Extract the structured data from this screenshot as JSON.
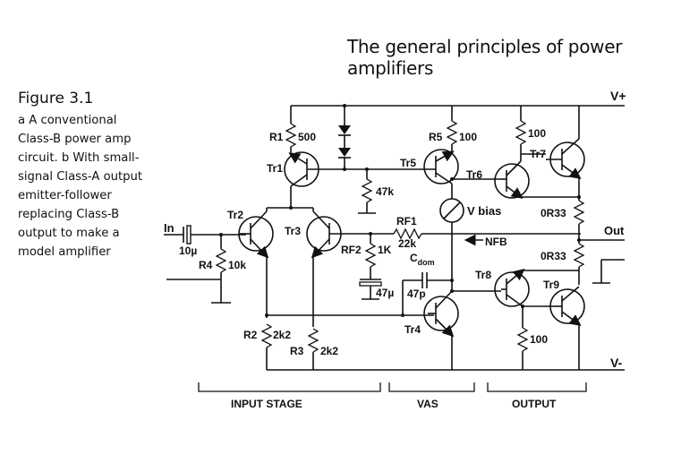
{
  "header": {
    "title": "The general principles of power amplifiers"
  },
  "caption": {
    "title": "Figure 3.1",
    "lines": [
      "a A conventional",
      "Class-B power amp",
      "circuit. b With small-",
      "signal Class-A output",
      "emitter-follower",
      "replacing Class-B",
      "output to make a",
      "model amplifier"
    ]
  },
  "schematic": {
    "rails": {
      "vplus": "V+",
      "vminus": "V-",
      "out": "Out",
      "in": "In",
      "nfb": "NFB"
    },
    "transistors": {
      "tr1": "Tr1",
      "tr2": "Tr2",
      "tr3": "Tr3",
      "tr4": "Tr4",
      "tr5": "Tr5",
      "tr6": "Tr6",
      "tr7": "Tr7",
      "tr8": "Tr8",
      "tr9": "Tr9"
    },
    "resistors": {
      "r1": "R1",
      "r1v": "500",
      "r2": "R2",
      "r2v": "2k2",
      "r3": "R3",
      "r3v": "2k2",
      "r4": "R4",
      "r4v": "10k",
      "r5": "R5",
      "r5v": "100",
      "r47k": "47k",
      "rf1": "RF1",
      "rf1v": "22k",
      "rf2": "RF2",
      "rf2v": "1K",
      "r100a": "100",
      "r100b": "100",
      "r0r33a": "0R33",
      "r0r33b": "0R33"
    },
    "capacitors": {
      "cin": "10µ",
      "c47u": "47µ",
      "cdom": "C",
      "cdomsub": "dom",
      "c47p": "47p"
    },
    "bias": "V bias",
    "stages": {
      "input": "INPUT STAGE",
      "vas": "VAS",
      "output": "OUTPUT"
    }
  }
}
